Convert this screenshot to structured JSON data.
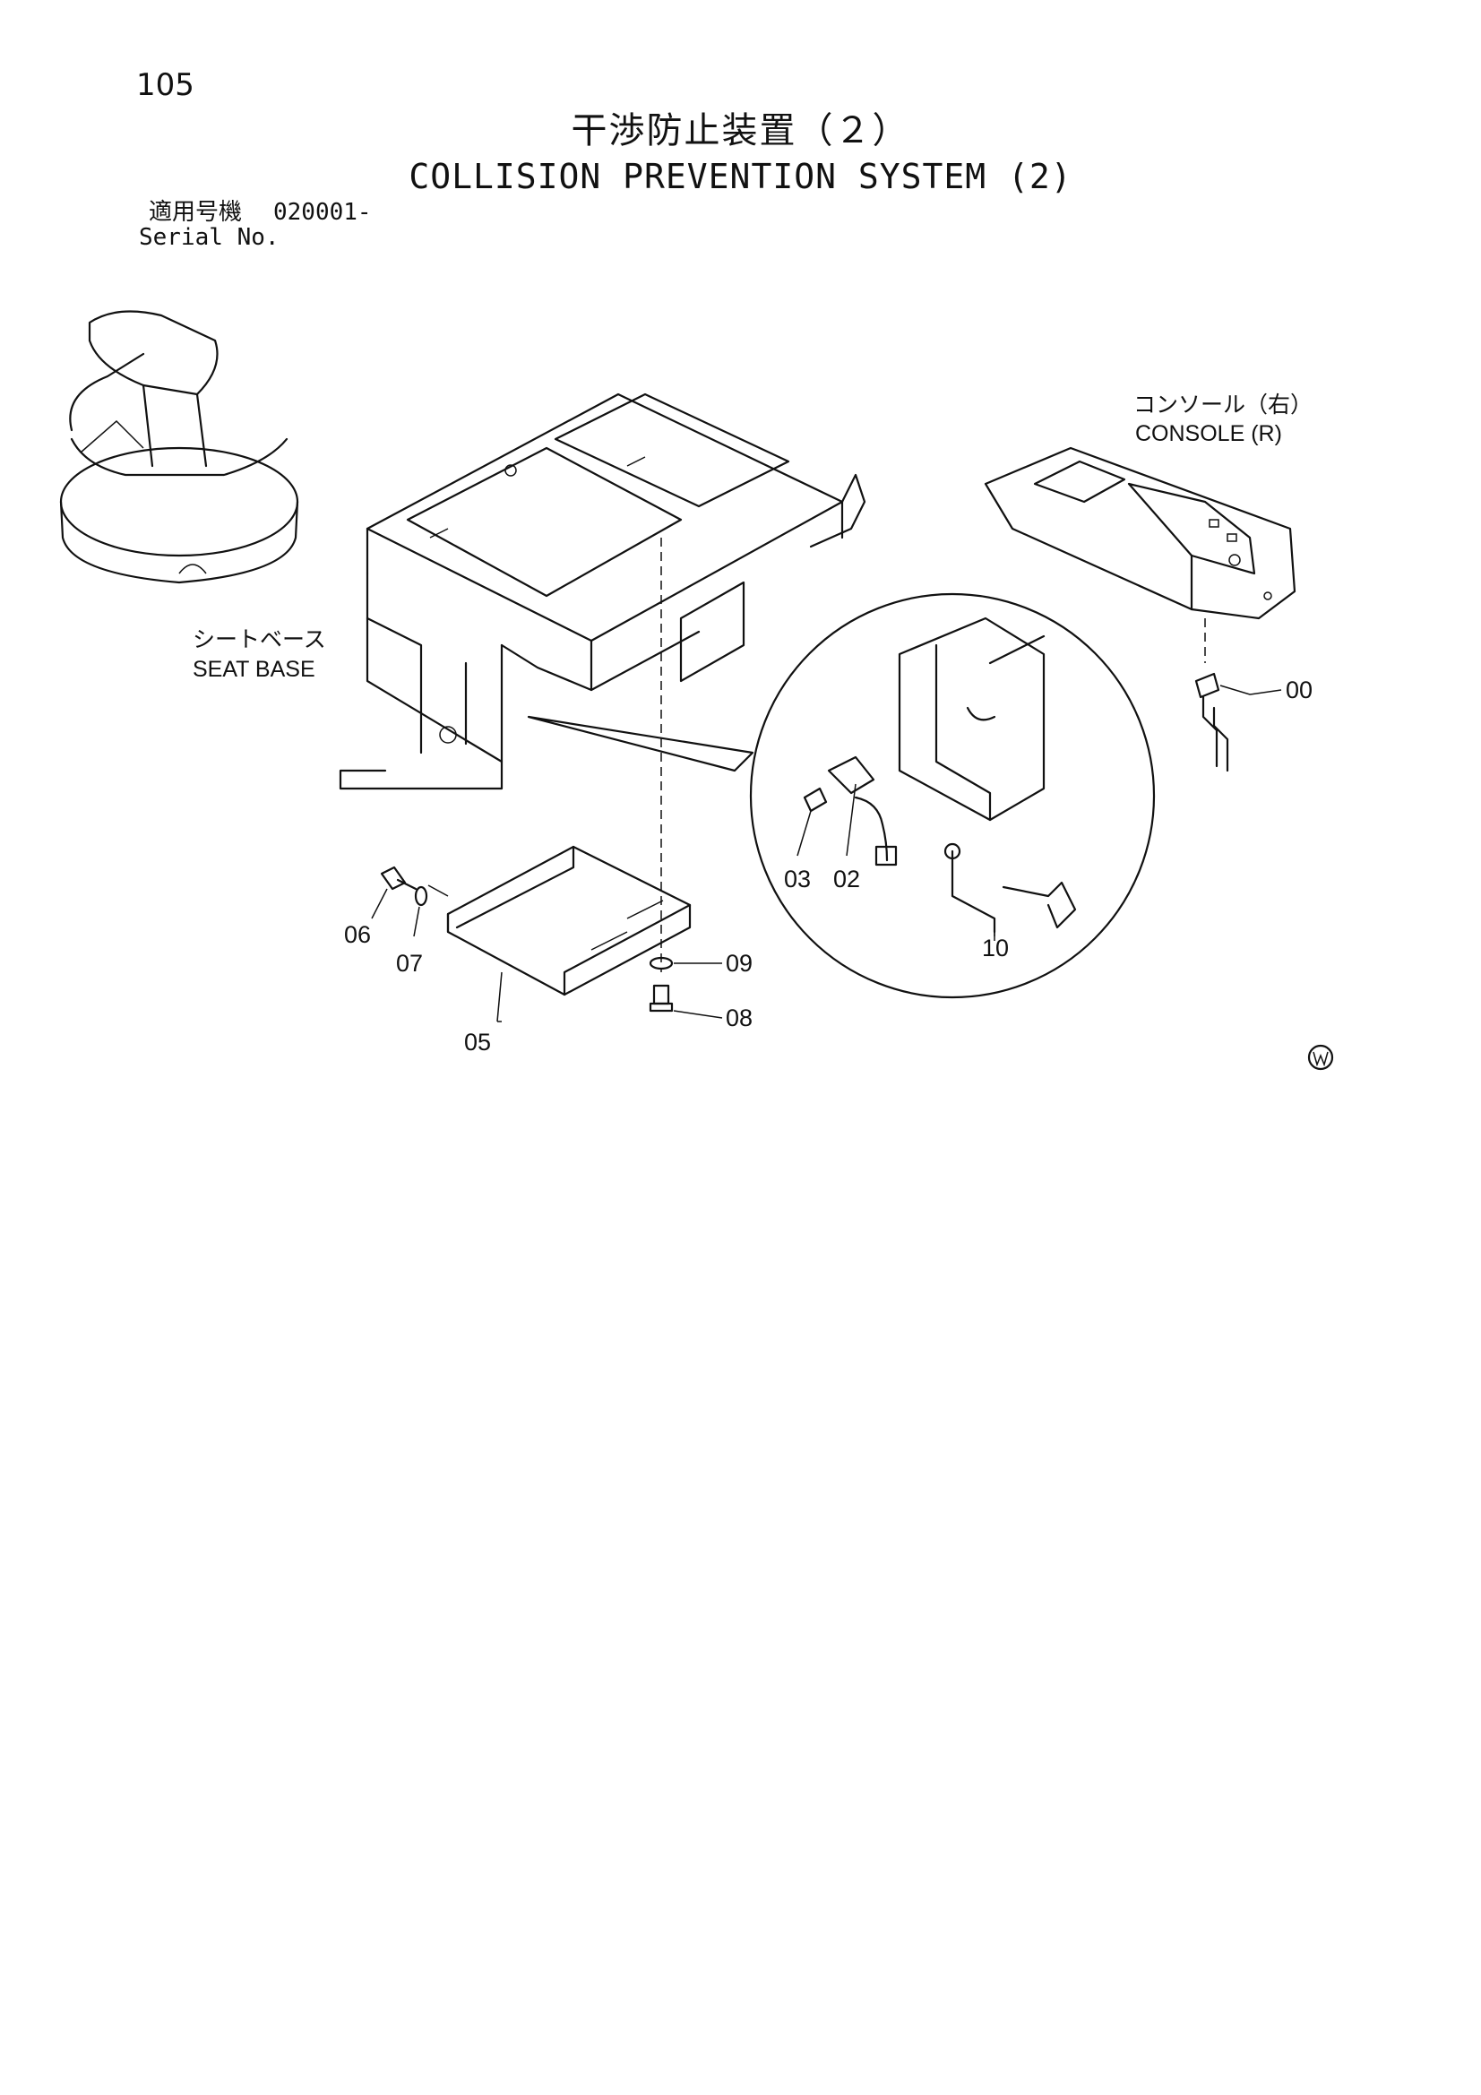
{
  "page_number": "105",
  "title": {
    "jp": "干渉防止装置（２）",
    "en": "COLLISION PREVENTION SYSTEM (2)"
  },
  "serial": {
    "label_jp": "適用号機",
    "value": "020001-",
    "label_en": "Serial No."
  },
  "labels": {
    "seat_base_jp": "シートベース",
    "seat_base_en": "SEAT BASE",
    "console_jp": "コンソール（右）",
    "console_en": "CONSOLE (R)"
  },
  "part_numbers": {
    "p00": "00",
    "p02": "02",
    "p03": "03",
    "p05": "05",
    "p06": "06",
    "p07": "07",
    "p08": "08",
    "p09": "09",
    "p10": "10"
  },
  "icons": [
    "machine-thumbnail-icon",
    "seat-base-drawing",
    "console-drawing",
    "detail-circle",
    "w-mark-icon"
  ]
}
